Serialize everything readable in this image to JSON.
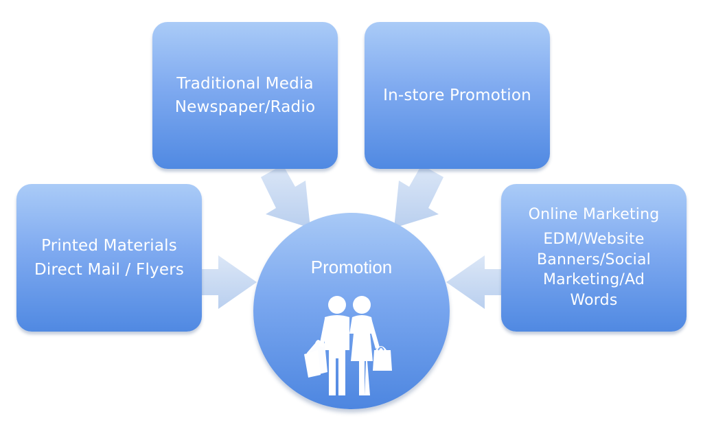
{
  "hub": {
    "title": "Promotion",
    "icon": "shoppers-icon"
  },
  "boxes": {
    "traditional": {
      "line1": "Traditional Media",
      "line2": "Newspaper/Radio"
    },
    "instore": {
      "line1": "In-store Promotion"
    },
    "printed": {
      "line1": "Printed Materials",
      "line2": "Direct Mail / Flyers"
    },
    "online": {
      "title": "Online Marketing",
      "line1": "EDM/Website",
      "line2": "Banners/Social",
      "line3": "Marketing/Ad",
      "line4": "Words"
    }
  },
  "colors": {
    "box_top": "#aacbf7",
    "box_bottom": "#5089e2",
    "arrow": "#c2d5f1",
    "text": "#ffffff"
  }
}
